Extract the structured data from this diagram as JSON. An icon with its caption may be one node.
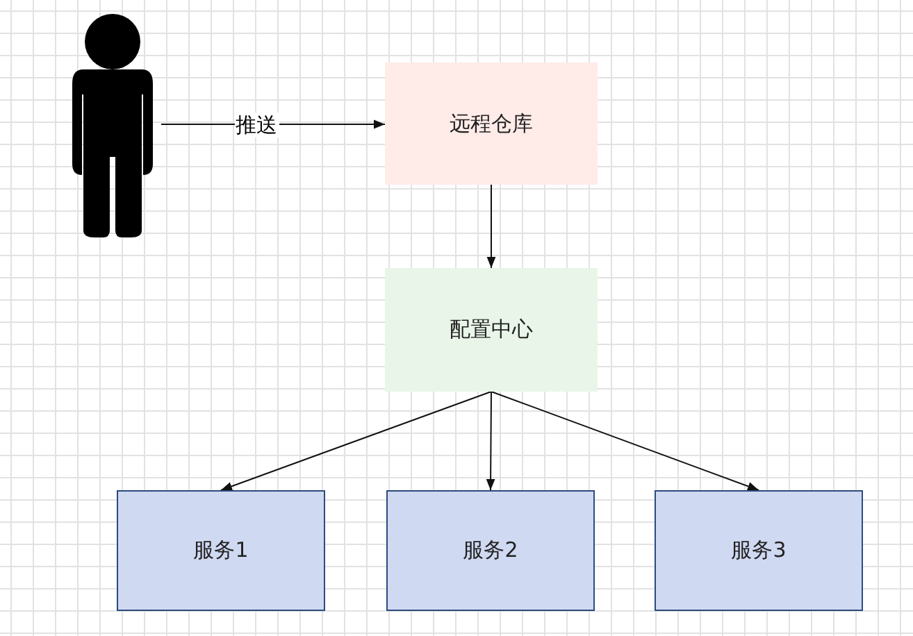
{
  "diagram": {
    "nodes": [
      {
        "text": [],
        "shape": "person"
      },
      {
        "text": [
          "远程仓库"
        ]
      },
      {
        "text": [
          "配置中心"
        ]
      },
      {
        "text": [
          "服务1"
        ]
      },
      {
        "text": [
          "服务2"
        ]
      },
      {
        "text": [
          "服务3"
        ]
      }
    ],
    "edges": [
      {
        "from": 0,
        "to": 1,
        "arrow": "to",
        "label": "推送"
      },
      {
        "from": 1,
        "to": 2,
        "arrow": "to"
      },
      {
        "from": 2,
        "to": 3,
        "arrow": "to"
      },
      {
        "from": 2,
        "to": 4,
        "arrow": "to"
      },
      {
        "from": 2,
        "to": 5,
        "arrow": "to"
      }
    ]
  }
}
